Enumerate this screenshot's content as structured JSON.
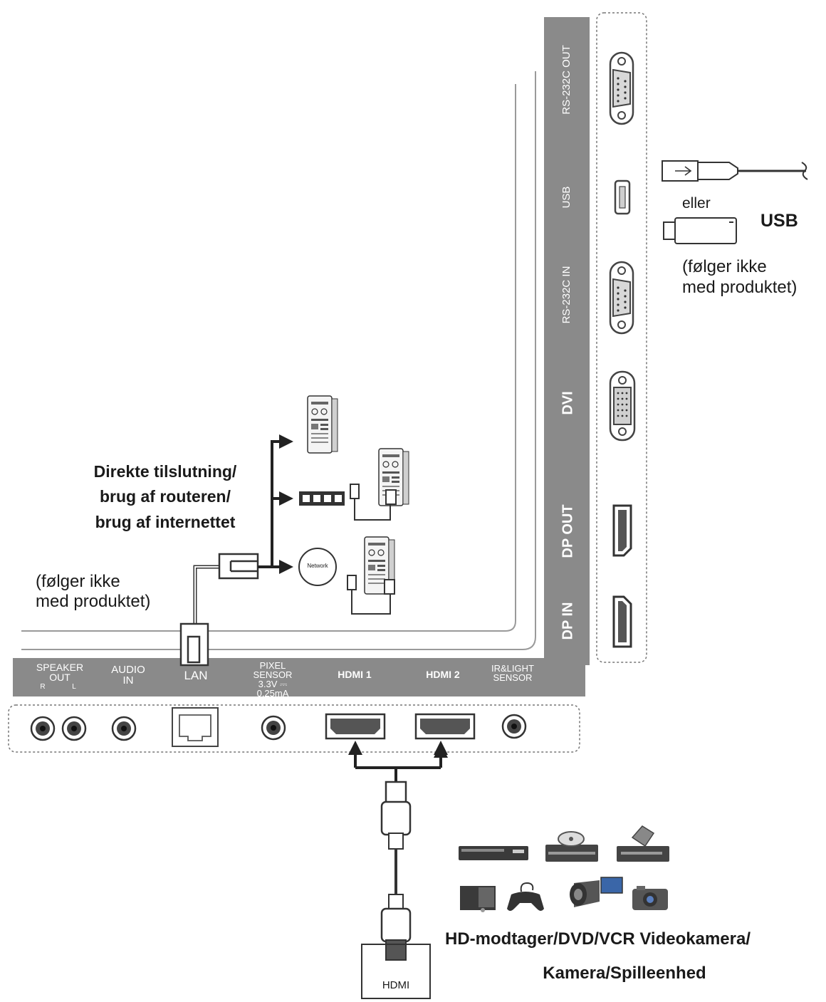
{
  "side_panel": {
    "ports": [
      {
        "id": "rs232c-out",
        "label": "RS-232C OUT"
      },
      {
        "id": "usb",
        "label": "USB"
      },
      {
        "id": "rs232c-in",
        "label": "RS-232C IN"
      },
      {
        "id": "dvi",
        "label": "DVI"
      },
      {
        "id": "dp-out",
        "label": "DP OUT"
      },
      {
        "id": "dp-in",
        "label": "DP IN"
      }
    ]
  },
  "bottom_panel": {
    "ports": [
      {
        "id": "speaker-out",
        "label": "SPEAKER OUT",
        "sub_r": "R",
        "sub_l": "L"
      },
      {
        "id": "audio-in",
        "label": "AUDIO IN"
      },
      {
        "id": "lan",
        "label": "LAN"
      },
      {
        "id": "pixel-sensor",
        "label": "PIXEL SENSOR",
        "sub": "3.3V ⎓ 0.25mA"
      },
      {
        "id": "hdmi1",
        "label": "HDMI 1"
      },
      {
        "id": "hdmi2",
        "label": "HDMI 2"
      },
      {
        "id": "ir-light-sensor",
        "label": "IR&LIGHT SENSOR"
      }
    ]
  },
  "usb_section": {
    "or_text": "eller",
    "title": "USB",
    "note_line1": "(følger ikke",
    "note_line2": "med produktet)"
  },
  "lan_section": {
    "heading_line1": "Direkte tilslutning/",
    "heading_line2": "brug af routeren/",
    "heading_line3": "brug af internettet",
    "note_line1": "(følger ikke",
    "note_line2": "med produktet)",
    "network_label": "Network"
  },
  "hdmi_section": {
    "cable_label": "HDMI",
    "devices_line1": "HD-modtager/DVD/VCR Videokamera/",
    "devices_line2": "Kamera/Spilleenhed"
  },
  "colors": {
    "panel": "#8a8a8a",
    "ink": "#1a1a1a",
    "line": "#333333"
  },
  "icons": [
    "db9-serial-port-icon",
    "usb-port-icon",
    "dvi-port-icon",
    "displayport-icon",
    "audio-jack-icon",
    "rj45-port-icon",
    "hdmi-port-icon",
    "usb-cable-icon",
    "usb-stick-icon",
    "pc-tower-icon",
    "network-hub-icon",
    "network-cloud-icon",
    "hdmi-cable-icon",
    "set-top-box-icon",
    "dvd-player-icon",
    "vcr-icon",
    "pc-icon",
    "gamepad-icon",
    "camcorder-icon",
    "camera-icon"
  ]
}
